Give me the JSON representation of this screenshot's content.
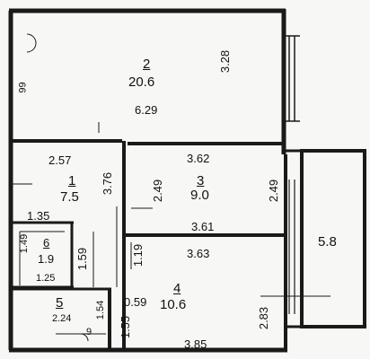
{
  "plan": {
    "rooms": [
      {
        "number": "2",
        "area": "20.6",
        "dims": [
          "6.29",
          "3.28"
        ]
      },
      {
        "number": "1",
        "area": "7.5",
        "dims": [
          "2.57",
          "3.76",
          "1.35"
        ]
      },
      {
        "number": "3",
        "area": "9.0",
        "dims": [
          "3.62",
          "2.49",
          "2.49",
          "3.61"
        ]
      },
      {
        "number": "6",
        "area": "1.9",
        "dims": [
          "1.49",
          "1.59",
          "1.25"
        ]
      },
      {
        "number": "4",
        "area": "10.6",
        "dims": [
          "3.63",
          "1.19",
          "0.59",
          "1.55",
          "2.83",
          "3.85"
        ]
      },
      {
        "number": "5",
        "area": "2.24",
        "dims": [
          "1.54"
        ]
      },
      {
        "number": "",
        "area": "5.8",
        "dims": []
      }
    ],
    "marks": [
      "99",
      "9"
    ],
    "colors": {
      "wall": "#1a1a1a",
      "paper": "#f7f7f5",
      "ink": "#111111"
    }
  }
}
